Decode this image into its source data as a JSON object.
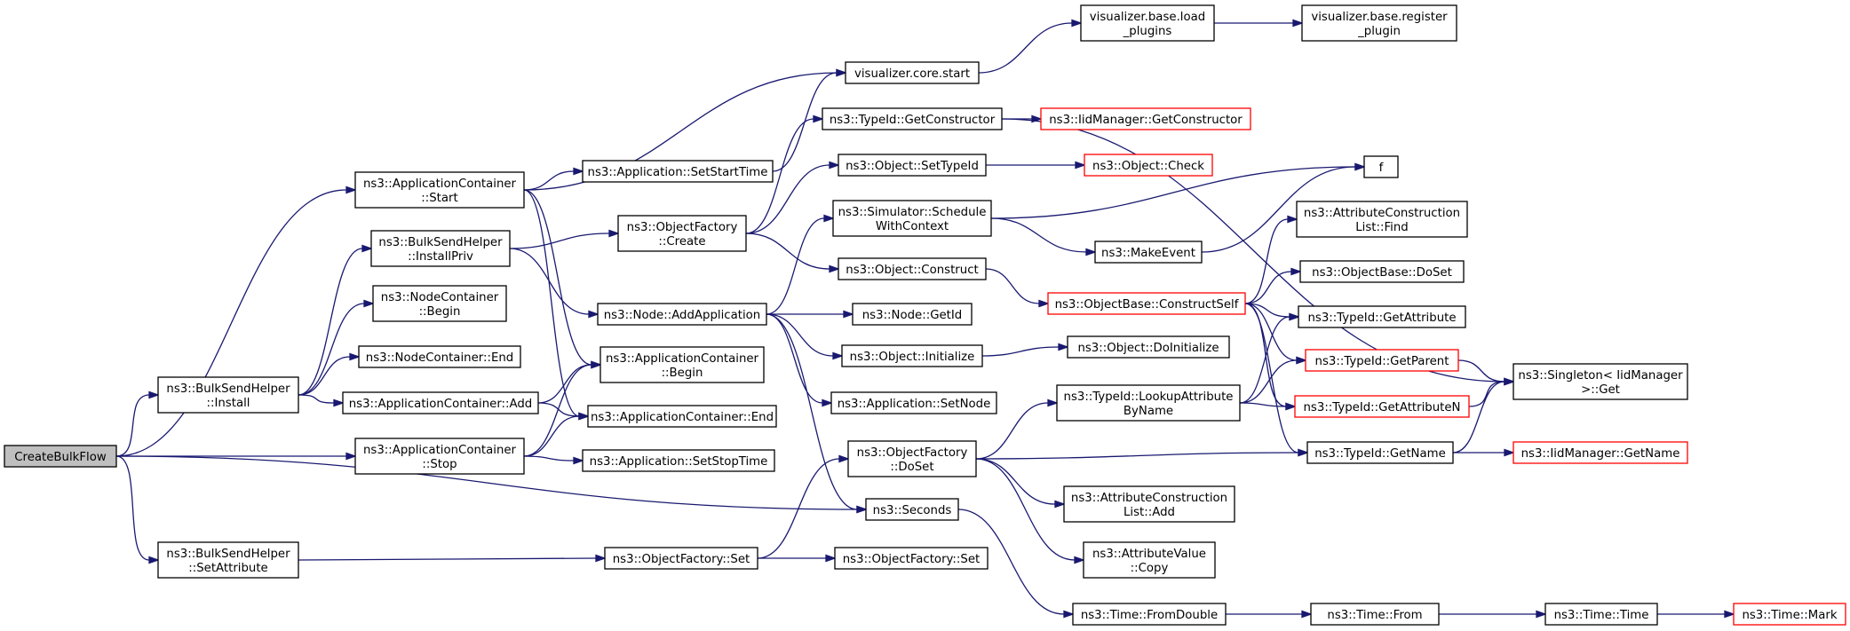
{
  "nodes": {
    "createbulkflow": {
      "lines": [
        "CreateBulkFlow"
      ],
      "root": true
    },
    "bulksend_install": {
      "lines": [
        "ns3::BulkSendHelper",
        "::Install"
      ]
    },
    "bulksend_setattr": {
      "lines": [
        "ns3::BulkSendHelper",
        "::SetAttribute"
      ]
    },
    "appcont_start": {
      "lines": [
        "ns3::ApplicationContainer",
        "::Start"
      ]
    },
    "bulksend_installpriv": {
      "lines": [
        "ns3::BulkSendHelper",
        "::InstallPriv"
      ]
    },
    "nodecont_begin": {
      "lines": [
        "ns3::NodeContainer",
        "::Begin"
      ]
    },
    "nodecont_end": {
      "lines": [
        "ns3::NodeContainer::End"
      ]
    },
    "appcont_add": {
      "lines": [
        "ns3::ApplicationContainer::Add"
      ]
    },
    "appcont_stop": {
      "lines": [
        "ns3::ApplicationContainer",
        "::Stop"
      ]
    },
    "app_setstarttime": {
      "lines": [
        "ns3::Application::SetStartTime"
      ]
    },
    "visualizer_start": {
      "lines": [
        "visualizer.core.start"
      ]
    },
    "visualizer_load": {
      "lines": [
        "visualizer.base.load",
        "_plugins"
      ]
    },
    "visualizer_register": {
      "lines": [
        "visualizer.base.register",
        "_plugin"
      ]
    },
    "objfactory_create": {
      "lines": [
        "ns3::ObjectFactory",
        "::Create"
      ]
    },
    "node_addapp": {
      "lines": [
        "ns3::Node::AddApplication"
      ]
    },
    "appcont_begin": {
      "lines": [
        "ns3::ApplicationContainer",
        "::Begin"
      ]
    },
    "appcont_end": {
      "lines": [
        "ns3::ApplicationContainer::End"
      ]
    },
    "app_setstoptime": {
      "lines": [
        "ns3::Application::SetStopTime"
      ]
    },
    "objfactory_set": {
      "lines": [
        "ns3::ObjectFactory::Set"
      ]
    },
    "objfactory_set2": {
      "lines": [
        "ns3::ObjectFactory::Set"
      ]
    },
    "typeid_getconstructor": {
      "lines": [
        "ns3::TypeId::GetConstructor"
      ]
    },
    "iidmanager_getconstructor": {
      "lines": [
        "ns3::IidManager::GetConstructor"
      ],
      "red": true
    },
    "object_settypeid": {
      "lines": [
        "ns3::Object::SetTypeId"
      ]
    },
    "object_check": {
      "lines": [
        "ns3::Object::Check"
      ],
      "red": true
    },
    "simulator_schedule": {
      "lines": [
        "ns3::Simulator::Schedule",
        "WithContext"
      ]
    },
    "f": {
      "lines": [
        "f"
      ]
    },
    "makeevent": {
      "lines": [
        "ns3::MakeEvent"
      ]
    },
    "object_construct": {
      "lines": [
        "ns3::Object::Construct"
      ]
    },
    "node_getid": {
      "lines": [
        "ns3::Node::GetId"
      ]
    },
    "object_initialize": {
      "lines": [
        "ns3::Object::Initialize"
      ]
    },
    "object_doinitialize": {
      "lines": [
        "ns3::Object::DoInitialize"
      ]
    },
    "app_setnode": {
      "lines": [
        "ns3::Application::SetNode"
      ]
    },
    "objbase_constructself": {
      "lines": [
        "ns3::ObjectBase::ConstructSelf"
      ],
      "red": true
    },
    "attrconstr_find": {
      "lines": [
        "ns3::AttributeConstruction",
        "List::Find"
      ]
    },
    "objbase_doset": {
      "lines": [
        "ns3::ObjectBase::DoSet"
      ]
    },
    "typeid_getattribute": {
      "lines": [
        "ns3::TypeId::GetAttribute"
      ]
    },
    "typeid_getparent": {
      "lines": [
        "ns3::TypeId::GetParent"
      ],
      "red": true
    },
    "typeid_getattributen": {
      "lines": [
        "ns3::TypeId::GetAttributeN"
      ],
      "red": true
    },
    "typeid_lookupattr": {
      "lines": [
        "ns3::TypeId::LookupAttribute",
        "ByName"
      ]
    },
    "typeid_getname": {
      "lines": [
        "ns3::TypeId::GetName"
      ]
    },
    "iidmanager_getname": {
      "lines": [
        "ns3::IidManager::GetName"
      ],
      "red": true
    },
    "singleton_get": {
      "lines": [
        "ns3::Singleton< IidManager",
        " >::Get"
      ]
    },
    "objfactory_doset": {
      "lines": [
        "ns3::ObjectFactory",
        "::DoSet"
      ]
    },
    "seconds": {
      "lines": [
        "ns3::Seconds"
      ]
    },
    "attrconstr_add": {
      "lines": [
        "ns3::AttributeConstruction",
        "List::Add"
      ]
    },
    "attrvalue_copy": {
      "lines": [
        "ns3::AttributeValue",
        "::Copy"
      ]
    },
    "time_fromdouble": {
      "lines": [
        "ns3::Time::FromDouble"
      ]
    },
    "time_from": {
      "lines": [
        "ns3::Time::From"
      ]
    },
    "time_time": {
      "lines": [
        "ns3::Time::Time"
      ]
    },
    "time_mark": {
      "lines": [
        "ns3::Time::Mark"
      ],
      "red": true
    }
  },
  "edges": [
    [
      "createbulkflow",
      "appcont_start"
    ],
    [
      "createbulkflow",
      "bulksend_install"
    ],
    [
      "createbulkflow",
      "appcont_stop"
    ],
    [
      "createbulkflow",
      "seconds"
    ],
    [
      "createbulkflow",
      "bulksend_setattr"
    ],
    [
      "appcont_start",
      "visualizer_start"
    ],
    [
      "appcont_start",
      "app_setstarttime"
    ],
    [
      "appcont_start",
      "appcont_begin"
    ],
    [
      "appcont_start",
      "appcont_end"
    ],
    [
      "bulksend_install",
      "bulksend_installpriv"
    ],
    [
      "bulksend_install",
      "nodecont_begin"
    ],
    [
      "bulksend_install",
      "nodecont_end"
    ],
    [
      "bulksend_install",
      "appcont_add"
    ],
    [
      "bulksend_installpriv",
      "objfactory_create"
    ],
    [
      "bulksend_installpriv",
      "node_addapp"
    ],
    [
      "appcont_add",
      "appcont_begin"
    ],
    [
      "appcont_add",
      "appcont_end"
    ],
    [
      "appcont_stop",
      "appcont_begin"
    ],
    [
      "appcont_stop",
      "appcont_end"
    ],
    [
      "appcont_stop",
      "app_setstoptime"
    ],
    [
      "bulksend_setattr",
      "objfactory_set"
    ],
    [
      "app_setstarttime",
      "visualizer_start"
    ],
    [
      "visualizer_start",
      "visualizer_load"
    ],
    [
      "visualizer_load",
      "visualizer_register"
    ],
    [
      "objfactory_create",
      "typeid_getconstructor"
    ],
    [
      "objfactory_create",
      "object_settypeid"
    ],
    [
      "objfactory_create",
      "object_construct"
    ],
    [
      "node_addapp",
      "simulator_schedule"
    ],
    [
      "node_addapp",
      "node_getid"
    ],
    [
      "node_addapp",
      "object_initialize"
    ],
    [
      "node_addapp",
      "app_setnode"
    ],
    [
      "node_addapp",
      "seconds"
    ],
    [
      "objfactory_set",
      "objfactory_doset"
    ],
    [
      "objfactory_set",
      "objfactory_set2"
    ],
    [
      "typeid_getconstructor",
      "iidmanager_getconstructor"
    ],
    [
      "typeid_getconstructor",
      "singleton_get"
    ],
    [
      "object_settypeid",
      "object_check"
    ],
    [
      "simulator_schedule",
      "f"
    ],
    [
      "simulator_schedule",
      "makeevent"
    ],
    [
      "makeevent",
      "f"
    ],
    [
      "object_construct",
      "objbase_constructself"
    ],
    [
      "object_initialize",
      "object_doinitialize"
    ],
    [
      "objbase_constructself",
      "attrconstr_find"
    ],
    [
      "objbase_constructself",
      "objbase_doset"
    ],
    [
      "objbase_constructself",
      "typeid_getattribute"
    ],
    [
      "objbase_constructself",
      "typeid_getparent"
    ],
    [
      "objbase_constructself",
      "typeid_getattributen"
    ],
    [
      "objbase_constructself",
      "typeid_getname"
    ],
    [
      "typeid_lookupattr",
      "typeid_getattribute"
    ],
    [
      "typeid_lookupattr",
      "typeid_getparent"
    ],
    [
      "typeid_lookupattr",
      "typeid_getattributen"
    ],
    [
      "typeid_getparent",
      "singleton_get"
    ],
    [
      "typeid_getattributen",
      "singleton_get"
    ],
    [
      "typeid_getname",
      "singleton_get"
    ],
    [
      "typeid_getname",
      "iidmanager_getname"
    ],
    [
      "objfactory_doset",
      "typeid_lookupattr"
    ],
    [
      "objfactory_doset",
      "typeid_getname"
    ],
    [
      "objfactory_doset",
      "attrconstr_add"
    ],
    [
      "objfactory_doset",
      "attrvalue_copy"
    ],
    [
      "seconds",
      "time_fromdouble"
    ],
    [
      "time_fromdouble",
      "time_from"
    ],
    [
      "time_from",
      "time_time"
    ],
    [
      "time_time",
      "time_mark"
    ]
  ]
}
